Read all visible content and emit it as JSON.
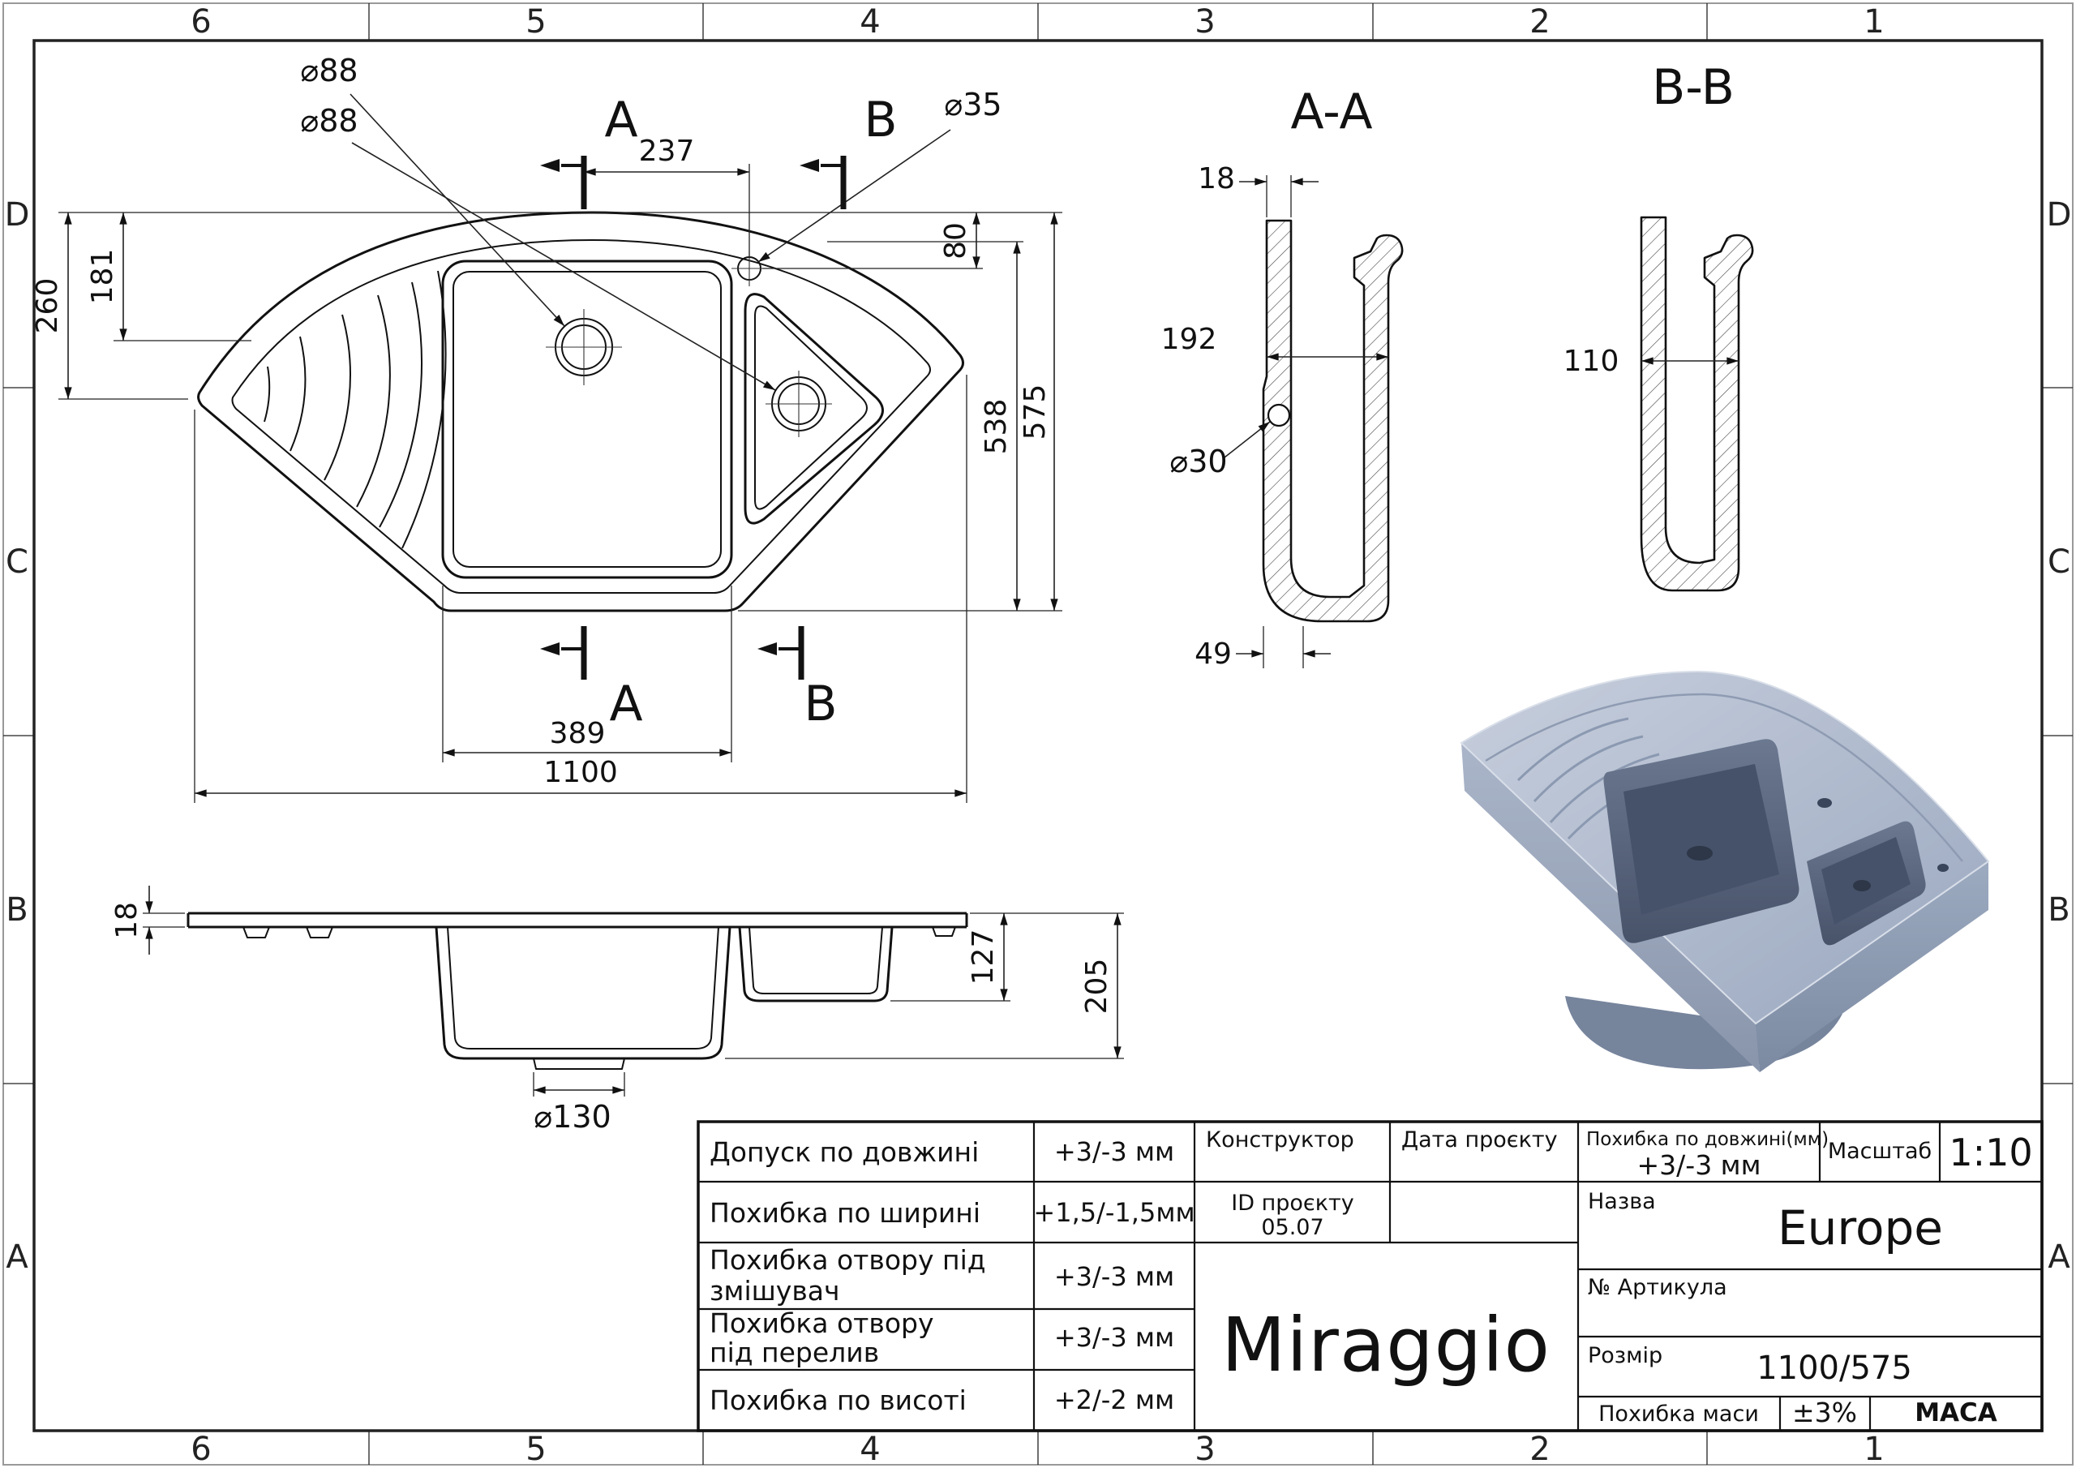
{
  "frame": {
    "cols": [
      "6",
      "5",
      "4",
      "3",
      "2",
      "1"
    ],
    "rows": [
      "D",
      "C",
      "B",
      "A"
    ]
  },
  "plan": {
    "dia_main_drain": "⌀88",
    "dia_small_drain": "⌀88",
    "dia_faucet": "⌀35",
    "dim_237": "237",
    "dim_80": "80",
    "dim_260": "260",
    "dim_181": "181",
    "dim_538": "538",
    "dim_575": "575",
    "dim_389": "389",
    "dim_1100": "1100",
    "cut_a": "A",
    "cut_b": "B"
  },
  "section_aa": {
    "title": "A-A",
    "dim_18": "18",
    "dim_192": "192",
    "dia_30": "⌀30",
    "dim_49": "49"
  },
  "section_bb": {
    "title": "B-B",
    "dim_110": "110"
  },
  "elevation": {
    "dim_18": "18",
    "dim_127": "127",
    "dim_205": "205",
    "dia_130": "⌀130"
  },
  "title_block": {
    "tolerances": [
      {
        "label": "Допуск по довжині",
        "label2": "",
        "value": "+3/-3 мм"
      },
      {
        "label": "Похибка по ширині",
        "label2": "",
        "value": "+1,5/-1,5мм"
      },
      {
        "label": "Похибка отвору під",
        "label2": "змішувач",
        "value": "+3/-3 мм"
      },
      {
        "label": "Похибка отвору",
        "label2": "під перелив",
        "value": "+3/-3 мм"
      },
      {
        "label": "Похибка по висоті",
        "label2": "",
        "value": "+2/-2 мм"
      }
    ],
    "designer_label": "Конструктор",
    "date_label": "Дата проєкту",
    "project_id_label": "ID проєкту",
    "project_id_value": "05.07",
    "logo": "Miraggio",
    "length_tol_label": "Похибка по довжині(мм)",
    "length_tol_value": "+3/-3 мм",
    "scale_label": "Масштаб",
    "scale_value": "1:10",
    "name_label": "Назва",
    "name_value": "Europe",
    "article_label": "№ Артикула",
    "size_label": "Розмір",
    "size_value": "1100/575",
    "mass_tol_label": "Похибка маси",
    "mass_tol_value": "±3%",
    "mass_label": "МАСА"
  }
}
